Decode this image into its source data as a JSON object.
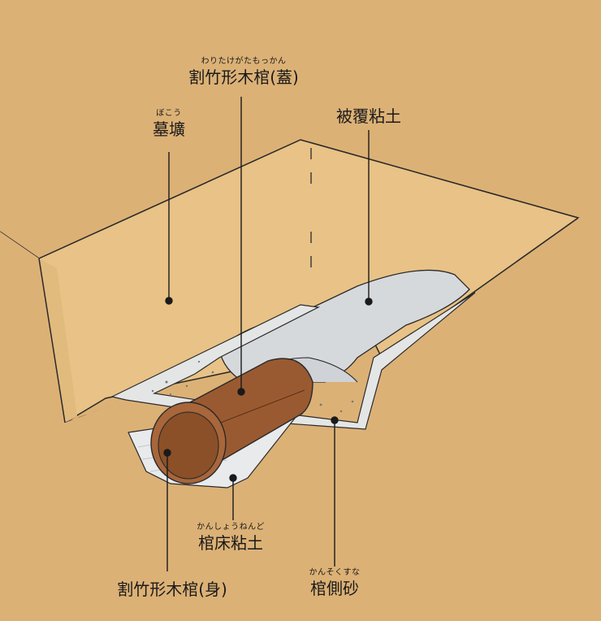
{
  "labels": {
    "cover": {
      "ruby": "わりたけがたもっかん",
      "text": "割竹形木棺(蓋)"
    },
    "pit": {
      "ruby": "ぼこう",
      "text": "墓壙"
    },
    "covering_clay": {
      "text": "被覆粘土"
    },
    "bed_clay": {
      "ruby": "かんしょうねんど",
      "text": "棺床粘土"
    },
    "body": {
      "text": "割竹形木棺(身)"
    },
    "side_sand": {
      "ruby": "かんそくすな",
      "text": "棺側砂"
    }
  },
  "colors": {
    "ground": "#dcb176",
    "pit_wall": "#e8c286",
    "clay": "#d6d9dc",
    "sand": "#e4e5e5",
    "coffin": "#9a5a31",
    "outline": "#2a2a2a"
  }
}
